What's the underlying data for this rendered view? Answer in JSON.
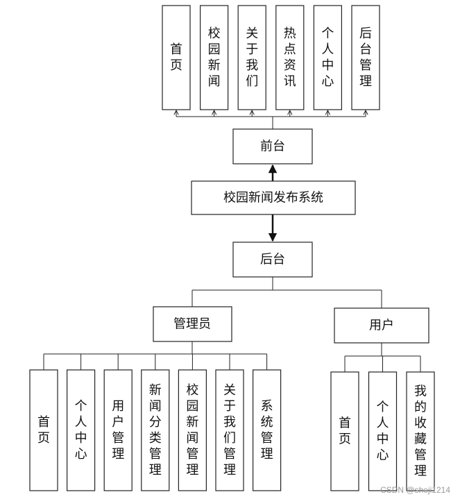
{
  "root": {
    "label": "校园新闻发布系统"
  },
  "frontend": {
    "label": "前台",
    "modules": [
      "首页",
      "校园新闻",
      "关于我们",
      "热点资讯",
      "个人中心",
      "后台管理"
    ]
  },
  "backend": {
    "label": "后台",
    "admin": {
      "label": "管理员",
      "modules": [
        "首页",
        "个人中心",
        "用户管理",
        "新闻分类管理",
        "校园新闻管理",
        "关于我们管理",
        "系统管理"
      ]
    },
    "user": {
      "label": "用户",
      "modules": [
        "首页",
        "个人中心",
        "我的收藏管理"
      ]
    }
  },
  "watermark": "CSDN @sheji1214"
}
